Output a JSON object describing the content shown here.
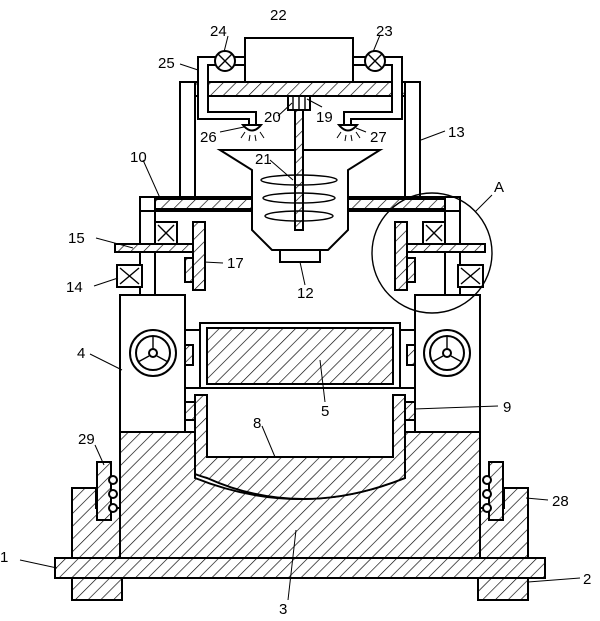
{
  "diagram": {
    "detail_label": "A",
    "labels": [
      {
        "id": "1",
        "text": "1"
      },
      {
        "id": "2",
        "text": "2"
      },
      {
        "id": "3",
        "text": "3"
      },
      {
        "id": "4",
        "text": "4"
      },
      {
        "id": "5",
        "text": "5"
      },
      {
        "id": "8",
        "text": "8"
      },
      {
        "id": "9",
        "text": "9"
      },
      {
        "id": "10",
        "text": "10"
      },
      {
        "id": "12",
        "text": "12"
      },
      {
        "id": "13",
        "text": "13"
      },
      {
        "id": "14",
        "text": "14"
      },
      {
        "id": "15",
        "text": "15"
      },
      {
        "id": "17",
        "text": "17"
      },
      {
        "id": "19",
        "text": "19"
      },
      {
        "id": "20",
        "text": "20"
      },
      {
        "id": "21",
        "text": "21"
      },
      {
        "id": "22",
        "text": "22"
      },
      {
        "id": "23",
        "text": "23"
      },
      {
        "id": "24",
        "text": "24"
      },
      {
        "id": "25",
        "text": "25"
      },
      {
        "id": "26",
        "text": "26"
      },
      {
        "id": "27",
        "text": "27"
      },
      {
        "id": "28",
        "text": "28"
      },
      {
        "id": "29",
        "text": "29"
      }
    ]
  }
}
